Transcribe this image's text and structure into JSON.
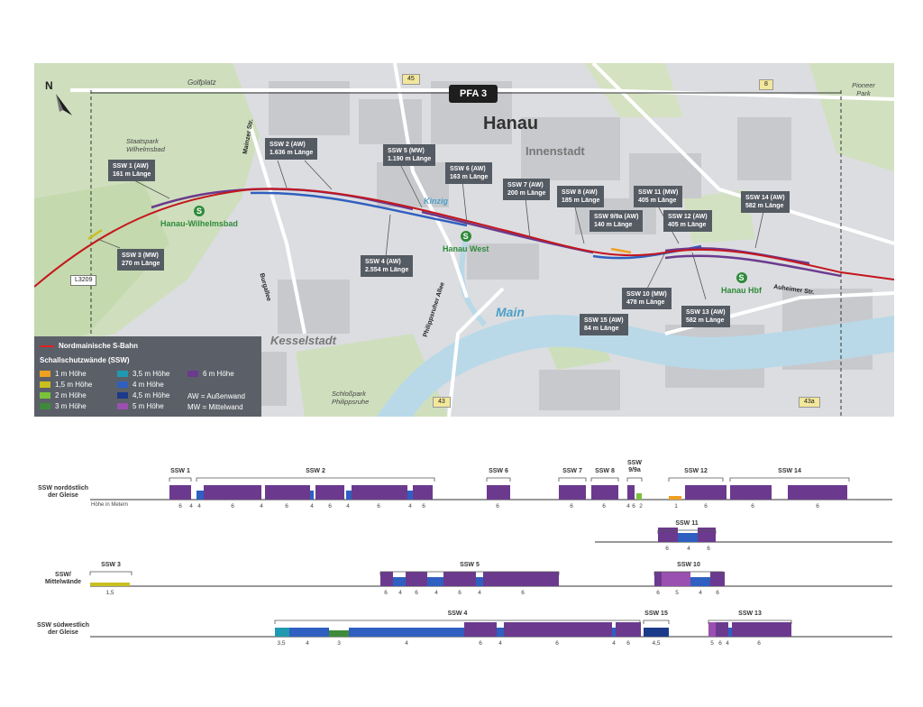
{
  "map": {
    "badge": "PFA 3",
    "city": "Hanau",
    "districts": [
      "Innenstadt",
      "Kesselstadt"
    ],
    "places": [
      "Golfplatz",
      "Staatspark Wilhelmsbad",
      "Pioneer Park",
      "Schloßpark Philippsruhe"
    ],
    "water": [
      "Kinzig",
      "Main"
    ],
    "streets": [
      "Mainzer Str.",
      "Burgallee",
      "Philippsruher Allee",
      "Auheimer Str."
    ],
    "road_numbers": {
      "r45": "45",
      "r8": "8",
      "r43": "43",
      "r43a": "43a",
      "l3209": "L3209"
    },
    "stations": [
      "Hanau-Wilhelmsbad",
      "Hanau West",
      "Hanau Hbf"
    ],
    "north": "N",
    "sbahn_symbol": "S",
    "callouts": [
      {
        "title": "SSW 1 (AW)",
        "len": "161 m Länge"
      },
      {
        "title": "SSW 2 (AW)",
        "len": "1.636 m Länge"
      },
      {
        "title": "SSW 3 (MW)",
        "len": "270 m Länge"
      },
      {
        "title": "SSW 4 (AW)",
        "len": "2.554 m Länge"
      },
      {
        "title": "SSW 5 (MW)",
        "len": "1.190 m Länge"
      },
      {
        "title": "SSW 6 (AW)",
        "len": "163 m Länge"
      },
      {
        "title": "SSW 7 (AW)",
        "len": "200 m Länge"
      },
      {
        "title": "SSW 8 (AW)",
        "len": "185 m Länge"
      },
      {
        "title": "SSW 9/9a (AW)",
        "len": "140 m Länge"
      },
      {
        "title": "SSW 11 (MW)",
        "len": "405 m Länge"
      },
      {
        "title": "SSW 12 (AW)",
        "len": "405 m Länge"
      },
      {
        "title": "SSW 14 (AW)",
        "len": "582 m Länge"
      },
      {
        "title": "SSW 10 (MW)",
        "len": "478 m Länge"
      },
      {
        "title": "SSW 13 (AW)",
        "len": "582 m Länge"
      },
      {
        "title": "SSW 15 (AW)",
        "len": "84 m Länge"
      }
    ],
    "legend": {
      "line_label": "Nordmainische S-Bahn",
      "title": "Schallschutzwände (SSW)",
      "items": [
        {
          "label": "1 m Höhe",
          "color": "#f0a020"
        },
        {
          "label": "1,5 m Höhe",
          "color": "#c8c020"
        },
        {
          "label": "2 m Höhe",
          "color": "#7ac23a"
        },
        {
          "label": "3 m Höhe",
          "color": "#3f8a3a"
        },
        {
          "label": "3,5 m Höhe",
          "color": "#1f9ab0"
        },
        {
          "label": "4 m Höhe",
          "color": "#2f5fc0"
        },
        {
          "label": "4,5 m Höhe",
          "color": "#1c3a8a"
        },
        {
          "label": "5 m Höhe",
          "color": "#9a50b0"
        },
        {
          "label": "6 m Höhe",
          "color": "#6b3a8e"
        }
      ],
      "abbr": [
        "AW = Außenwand",
        "MW = Mittelwand"
      ]
    }
  },
  "diagram": {
    "rows": [
      {
        "label": "SSW nordöstlich der Gleise"
      },
      {
        "label": "SSW/ Mittelwände"
      },
      {
        "label": "SSW südwestlich der Gleise"
      }
    ],
    "hint": "Höhe in Metern",
    "groups": [
      {
        "name": "SSW 1"
      },
      {
        "name": "SSW 2"
      },
      {
        "name": "SSW 6"
      },
      {
        "name": "SSW 7"
      },
      {
        "name": "SSW 8"
      },
      {
        "name": "SSW 9/9a"
      },
      {
        "name": "SSW 12"
      },
      {
        "name": "SSW 14"
      },
      {
        "name": "SSW 11"
      },
      {
        "name": "SSW 3"
      },
      {
        "name": "SSW 5"
      },
      {
        "name": "SSW 10"
      },
      {
        "name": "SSW 4"
      },
      {
        "name": "SSW 15"
      },
      {
        "name": "SSW 13"
      }
    ],
    "height_labels": [
      "6",
      "4",
      "4",
      "6",
      "4",
      "6",
      "4",
      "6",
      "4",
      "6",
      "4",
      "6",
      "6",
      "6",
      "6",
      "4",
      "6",
      "2",
      "1",
      "6",
      "6",
      "6",
      "6",
      "4",
      "6",
      "1,5",
      "6",
      "4",
      "6",
      "4",
      "6",
      "4",
      "6",
      "6",
      "5",
      "4",
      "6",
      "3,5",
      "4",
      "3",
      "4",
      "6",
      "4",
      "6",
      "4",
      "6",
      "4,5",
      "5",
      "6",
      "4",
      "6"
    ]
  }
}
